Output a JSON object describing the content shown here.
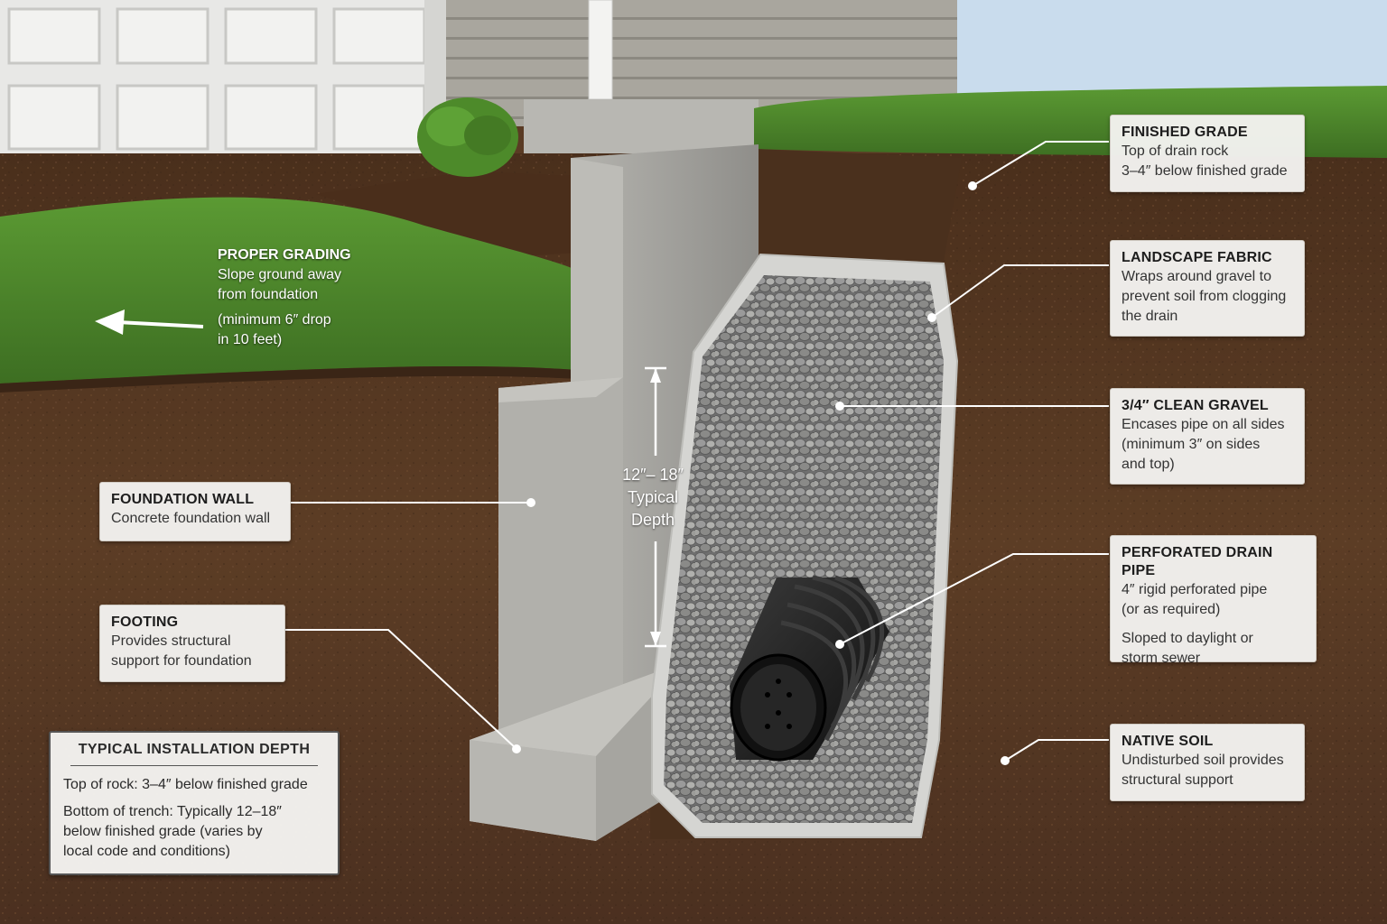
{
  "grading": {
    "title": "PROPER GRADING",
    "line1": "Slope ground away",
    "line2": "from foundation",
    "line3": "(minimum 6″ drop",
    "line4": "in 10 feet)"
  },
  "depth_marker": {
    "line1": "12″– 18″",
    "line2": "Typical",
    "line3": "Depth"
  },
  "labels": {
    "finished_grade": {
      "title": "FINISHED GRADE",
      "line1": "Top of drain rock",
      "line2": "3–4″ below finished grade"
    },
    "landscape_fabric": {
      "title": "LANDSCAPE FABRIC",
      "line1": "Wraps around gravel to",
      "line2": "prevent soil from clogging",
      "line3": "the drain"
    },
    "clean_gravel": {
      "title": "3/4″ CLEAN GRAVEL",
      "line1": "Encases pipe on all sides",
      "line2": "(minimum 3″ on sides",
      "line3": "and top)"
    },
    "drain_pipe": {
      "title": "PERFORATED DRAIN PIPE",
      "line1": "4″ rigid perforated pipe",
      "line2": "(or as required)",
      "line3": "Sloped to daylight or",
      "line4": "storm sewer"
    },
    "native_soil": {
      "title": "NATIVE SOIL",
      "line1": "Undisturbed soil provides",
      "line2": "structural support"
    },
    "foundation_wall": {
      "title": "FOUNDATION WALL",
      "line1": "Concrete foundation wall"
    },
    "footing": {
      "title": "FOOTING",
      "line1": "Provides structural",
      "line2": "support for foundation"
    }
  },
  "install_depth": {
    "title": "TYPICAL INSTALLATION DEPTH",
    "line1": "Top of rock: 3–4″ below finished grade",
    "line2": "Bottom of trench: Typically 12–18″",
    "line3": "below finished grade (varies by",
    "line4": "local code and conditions)"
  },
  "colors": {
    "soil": "#5a3b24",
    "grass": "#4f8a2c",
    "concrete": "#a9a8a3",
    "gravel": "#8f8f8f",
    "pipe": "#1c1c1c",
    "sky": "#c9dced",
    "siding": "#a6a39b"
  }
}
